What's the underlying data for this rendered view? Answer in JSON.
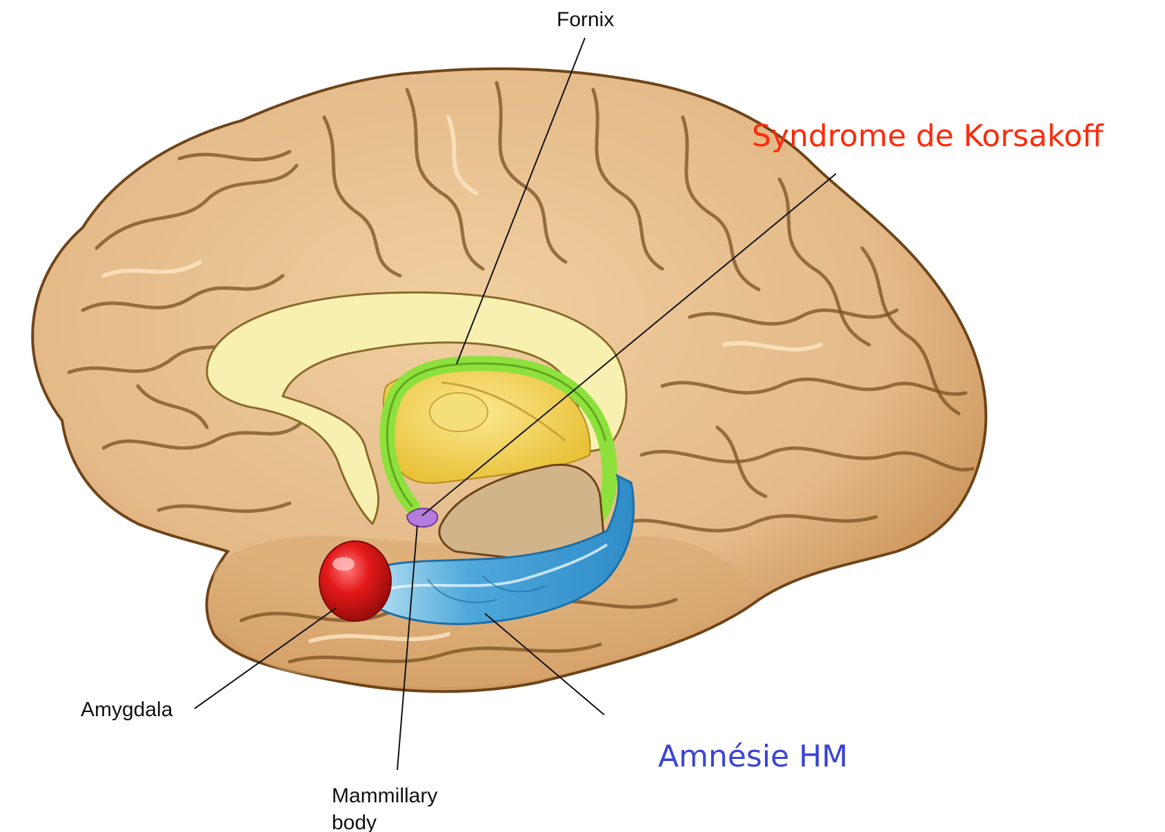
{
  "labels": {
    "fornix": "Fornix",
    "korsakoff": "Syndrome de Korsakoff",
    "amygdala": "Amygdala",
    "mammillary_line1": "Mammillary",
    "mammillary_line2": "body",
    "amnesie_hm": "Amnésie HM"
  },
  "colors": {
    "cortex": "#e3b987",
    "corpus_callosum": "#f8f0b0",
    "fornix": "#8ee03c",
    "thalamus": "#f2d65a",
    "hippocampus": "#5bb3e0",
    "amygdala": "#e01818",
    "mammillary_body": "#b47adc",
    "korsakoff_label": "#ff2a0a",
    "amnesie_label": "#3a44d8"
  },
  "icons": {
    "brain": "brain-medial-view-illustration"
  }
}
